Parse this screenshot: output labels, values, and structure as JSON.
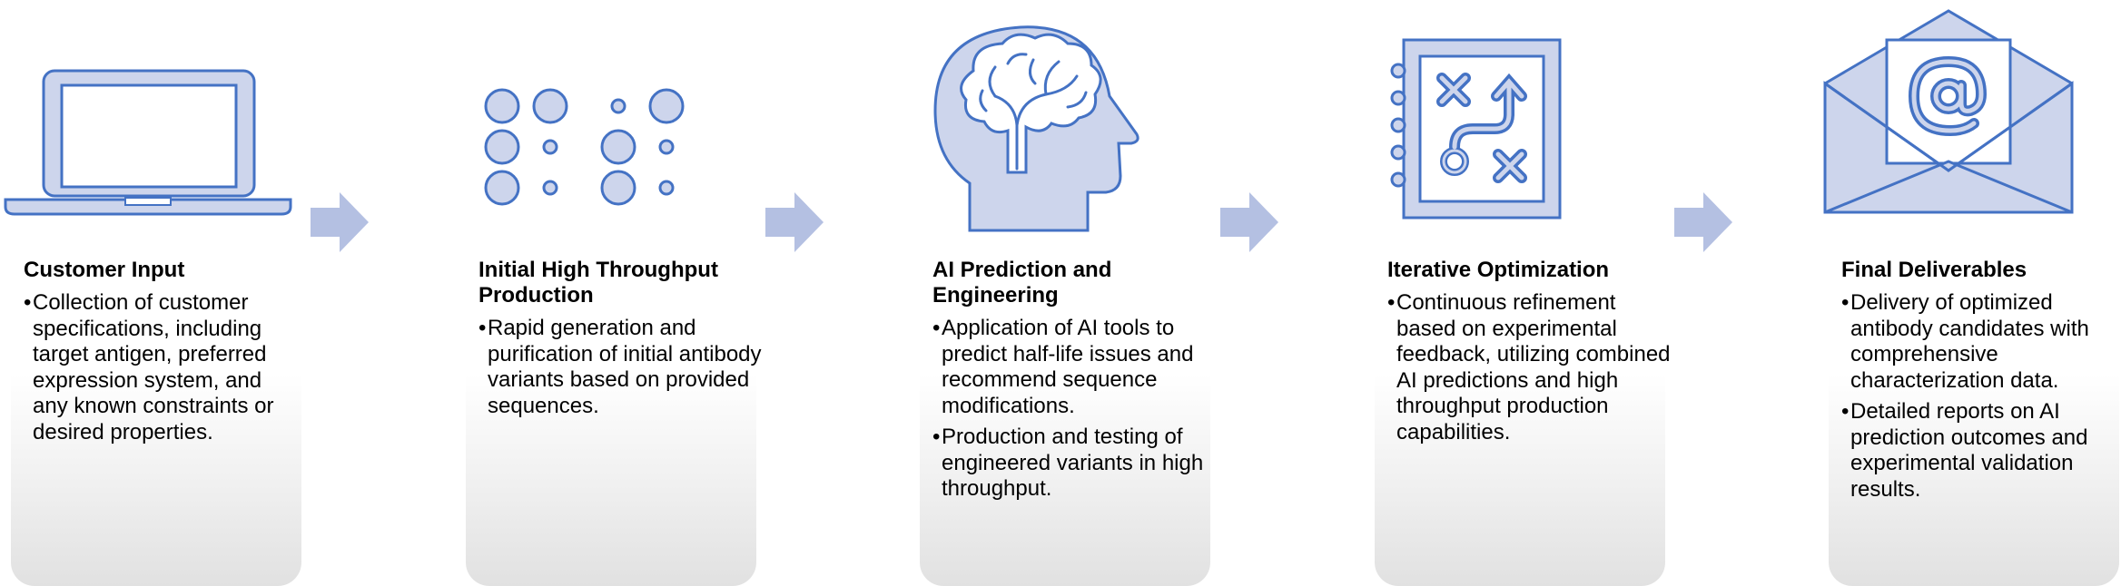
{
  "colors": {
    "icon_fill": "#cdd5ec",
    "icon_stroke": "#4472c4",
    "arrow": "#b4c0e2",
    "card_bottom": "#e1e1e1"
  },
  "stages": [
    {
      "icon": "laptop-icon",
      "title": "Customer Input",
      "bullets": [
        "Collection of customer specifications, including target antigen, preferred expression system, and any known constraints or desired properties."
      ]
    },
    {
      "icon": "dots-grid-icon",
      "title": "Initial High Throughput Production",
      "bullets": [
        "Rapid generation and purification of initial antibody variants based on provided sequences."
      ]
    },
    {
      "icon": "brain-head-icon",
      "title": "AI Prediction and Engineering",
      "bullets": [
        "Application of AI tools to predict half-life issues and recommend sequence modifications.",
        "Production and testing of engineered variants in high throughput."
      ]
    },
    {
      "icon": "strategy-board-icon",
      "title": "Iterative Optimization",
      "bullets": [
        "Continuous refinement based on experimental feedback, utilizing combined AI predictions and high throughput production capabilities."
      ]
    },
    {
      "icon": "email-envelope-icon",
      "title": "Final Deliverables",
      "bullets": [
        "Delivery of optimized antibody candidates with comprehensive characterization data.",
        "Detailed reports on AI prediction outcomes and experimental validation results."
      ]
    }
  ]
}
